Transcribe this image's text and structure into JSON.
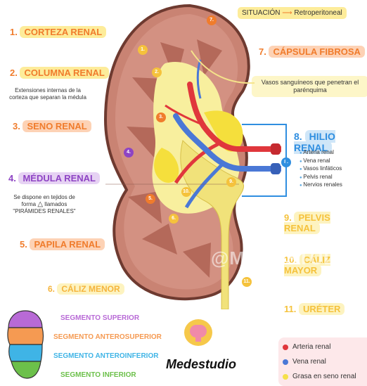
{
  "situacion": {
    "label": "SITUACIÓN",
    "arrow": "⟶",
    "value": "Retroperitoneal"
  },
  "labels": {
    "corteza": {
      "num": "1.",
      "text": "CORTEZA RENAL"
    },
    "columna": {
      "num": "2.",
      "text": "COLUMNA RENAL",
      "desc": "Extensiones internas de la corteza que separan la médula"
    },
    "seno": {
      "num": "3.",
      "text": "SENO RENAL"
    },
    "medula": {
      "num": "4.",
      "text": "MÉDULA RENAL",
      "desc_a": "Se dispone en tejidos de forma",
      "desc_b": "llamados",
      "desc_c": "\"PIRÁMIDES RENALES\""
    },
    "papila": {
      "num": "5.",
      "text": "PAPILA RENAL"
    },
    "caliz_menor": {
      "num": "6.",
      "text": "CÁLIZ MENOR"
    },
    "capsula": {
      "num": "7.",
      "text": "CÁPSULA FIBROSA",
      "desc": "Vasos sanguíneos que penetran el parénquima"
    },
    "hilio": {
      "num": "8.",
      "text": "HILIO RENAL",
      "items": [
        "Arteria renal",
        "Vena renal",
        "Vasos linfáticos",
        "Pelvis renal",
        "Nervios renales"
      ]
    },
    "pelvis": {
      "num": "9.",
      "text": "PELVIS RENAL"
    },
    "caliz_mayor": {
      "num": "10.",
      "text": "CÁLIZ MAYOR"
    },
    "ureter": {
      "num": "11.",
      "text": "URÉTER"
    }
  },
  "markers": [
    "1.",
    "2.",
    "3.",
    "4.",
    "5.",
    "6.",
    "7.",
    "8.",
    "9.",
    "10.",
    "11."
  ],
  "segments": {
    "superior": {
      "text": "SEGMENTO SUPERIOR",
      "color": "#b86ad6"
    },
    "anterosuperior": {
      "text": "SEGMENTO ANTEROSUPERIOR",
      "color": "#f59a52"
    },
    "anteroinferior": {
      "text": "SEGMENTO ANTEROINFERIOR",
      "color": "#3fb4e6"
    },
    "inferior": {
      "text": "SEGMENTO INFERIOR",
      "color": "#6cc04a"
    }
  },
  "legend": [
    {
      "text": "Arteria renal",
      "color": "#e0373c"
    },
    {
      "text": "Vena renal",
      "color": "#4a78d6"
    },
    {
      "text": "Grasa en seno renal",
      "color": "#f5e04a"
    }
  ],
  "brand": "Medestudio",
  "watermark": "@MEDESTUDIO_",
  "colors": {
    "orange": "#f07c2c",
    "yellow_hl": "#fdec9a",
    "purple": "#8e44c4",
    "blue": "#2f8ee0",
    "artery": "#e0373c",
    "vein": "#4a78d6",
    "fat": "#f5e04a",
    "cortex": "#c97f6b",
    "medulla": "#b66a5a",
    "capsule": "#7a3b32"
  }
}
